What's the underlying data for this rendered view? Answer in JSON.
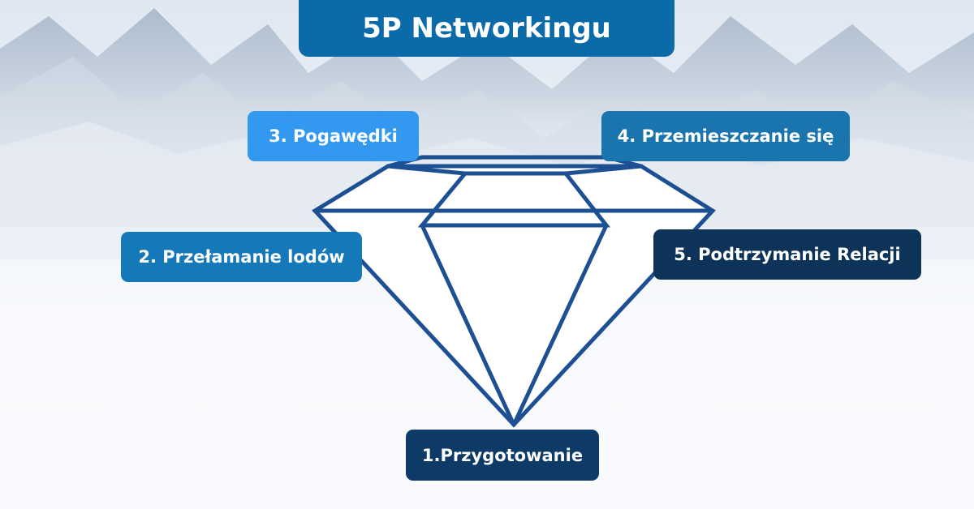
{
  "title": "5P Networkingu",
  "steps": {
    "s1": "1.Przygotowanie",
    "s2": "2. Przełamanie lodów",
    "s3": "3. Pogawędki",
    "s4": "4. Przemieszczanie się",
    "s5": "5. Podtrzymanie Relacji"
  },
  "colors": {
    "title_bg": "#0b6aa8",
    "step1_bg": "#0d3a66",
    "step2_bg": "#1478b9",
    "step3_bg": "#3399f0",
    "step4_bg": "#1a74ad",
    "step5_bg": "#0d3359",
    "diamond_stroke": "#1d4f93",
    "diamond_fill": "#ffffff"
  }
}
